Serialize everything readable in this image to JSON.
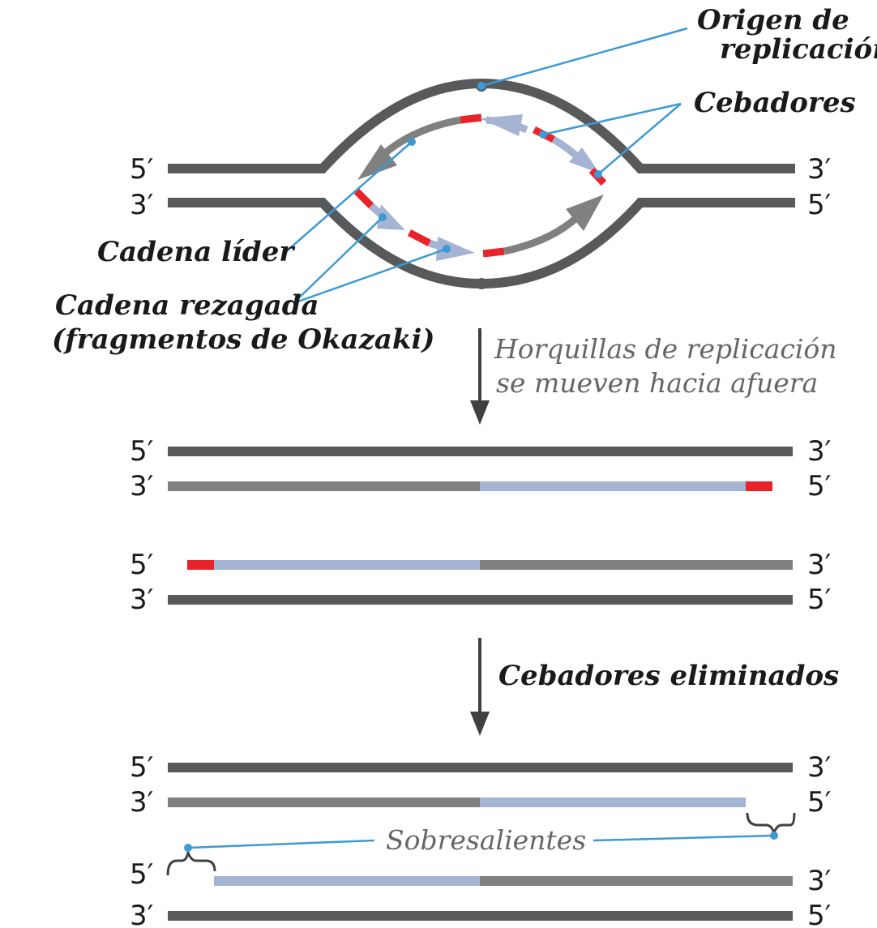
{
  "labels": {
    "five_prime": "5′",
    "three_prime": "3′",
    "origin_line1": "Origen de",
    "origin_line2": "replicación",
    "primers": "Cebadores",
    "leading": "Cadena líder",
    "lagging_line1": "Cadena rezagada",
    "lagging_line2": "(fragmentos de Okazaki)",
    "step1_line1": "Horquillas de replicación",
    "step1_line2": "se mueven hacia afuera",
    "step2": "Cebadores eliminados",
    "overhangs": "Sobresalientes"
  },
  "colors": {
    "parent_strand": "#58595b",
    "new_strand": "#808080",
    "okazaki": "#a6b4d4",
    "primer": "#e8232a",
    "pointer": "#3c9ad4",
    "text": "#1a1a1a",
    "text_grey": "#666666"
  }
}
